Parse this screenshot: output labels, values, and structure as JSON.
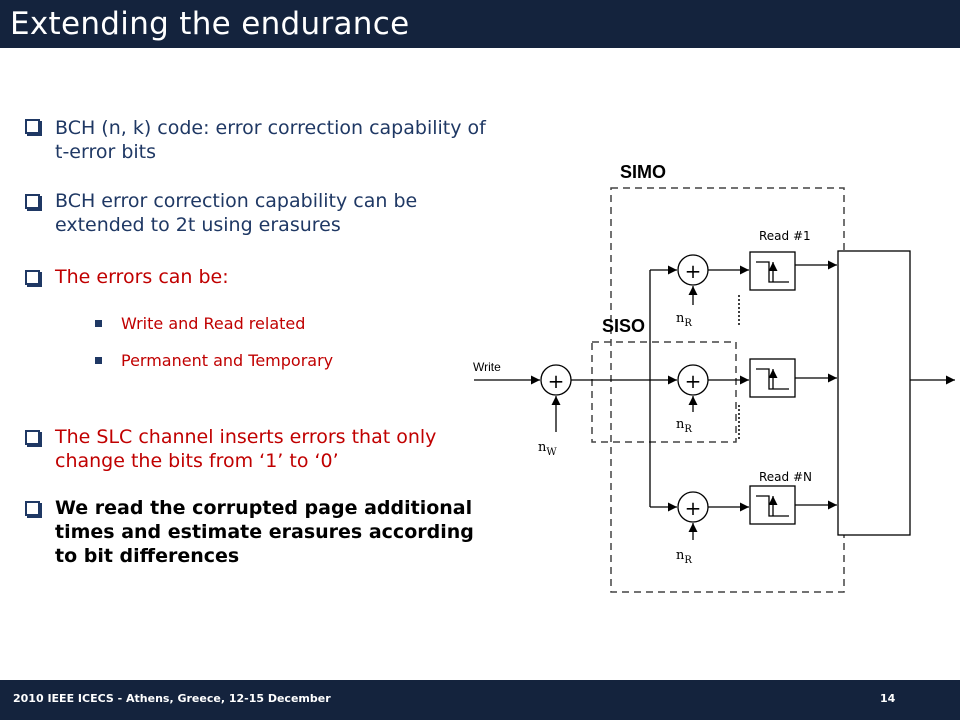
{
  "slide": {
    "title": "Extending the endurance",
    "bullets": [
      {
        "text": "BCH (n, k) code: error correction capability of t-error bits"
      },
      {
        "text": "BCH error correction capability can be extended to 2t using erasures"
      },
      {
        "text": "The errors can be:"
      },
      {
        "text": "The SLC channel inserts errors that only change the bits from ‘1’ to ‘0’"
      },
      {
        "text": "We read the corrupted page additional times and estimate erasures according to bit differences"
      }
    ],
    "subbullets": [
      {
        "text": "Write and Read related"
      },
      {
        "text": "Permanent and Temporary"
      }
    ]
  },
  "diagram": {
    "simo_label": "SIMO",
    "siso_label": "SISO",
    "write_label": "Write",
    "read1_label": "Read #1",
    "readN_label": "Read #N",
    "plus": "+",
    "noise_write": "n",
    "noise_write_sub": "W",
    "noise_read": "n",
    "noise_read_sub": "R"
  },
  "footer": {
    "left": "2010 IEEE ICECS - Athens, Greece, 12-15 December",
    "page": "14"
  },
  "colors": {
    "bar": "#14233d",
    "navy_text": "#1f3864",
    "red_text": "#c00000"
  }
}
